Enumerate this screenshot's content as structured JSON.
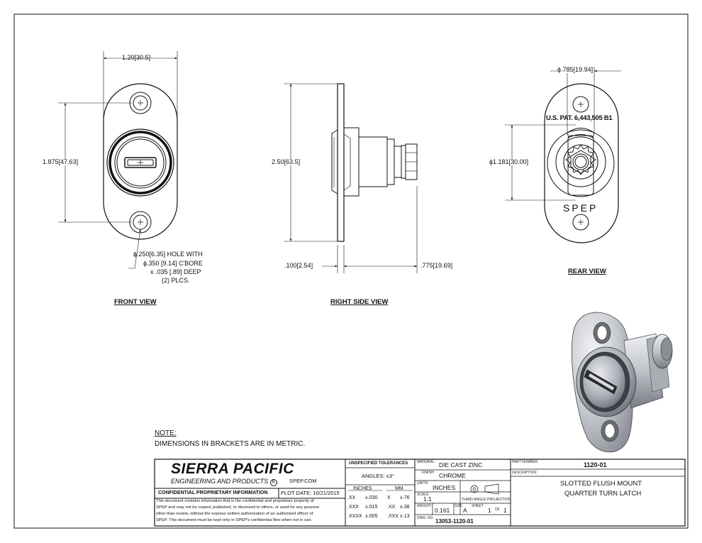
{
  "views": {
    "front": {
      "title": "FRONT VIEW",
      "dim_width": [
        "1.20",
        "30.5"
      ],
      "dim_height": [
        "1.875",
        "47.63"
      ],
      "hole_note": [
        "ϕ.250[6.35] HOLE WITH",
        "ϕ.350 [9.14] C'BORE",
        "x .035 [.89] DEEP",
        "(2) PLCS."
      ]
    },
    "side": {
      "title": "RIGHT SIDE VIEW",
      "dim_height": [
        "2.50",
        "63.5"
      ],
      "dim_flange": [
        ".100",
        "2.54"
      ],
      "dim_depth": [
        ".775",
        "19.69"
      ]
    },
    "rear": {
      "title": "REAR VIEW",
      "dim_dia_small": [
        "ϕ.785",
        "19.94"
      ],
      "dim_dia_large": [
        "ϕ1.181",
        "30.00"
      ],
      "patent": "U.S. PAT. 6,443,505 B1",
      "brand_mark": "SPEP"
    }
  },
  "notes": {
    "heading": "NOTE:",
    "text": "DIMENSIONS IN BRACKETS ARE IN METRIC."
  },
  "title_block": {
    "company": "SIERRA PACIFIC",
    "company_sub": "ENGINEERING AND PRODUCTS",
    "registered": "R",
    "website": "SPEP.COM",
    "confidential_label": "CONFIDENTIAL PROPRIETARY INFORMATION",
    "plot_date": "PLOT DATE: 10/21/2015",
    "confidential_text": [
      "This document contains information that is the confidential and proprietary property of",
      "SPEP and may not be copied, published, or disclosed to others, or used for any purpose",
      "other than review, without the express written authorization of an authorized officer of",
      "SPEP. This document must be kept only in SPEP's confidential files when not in use."
    ],
    "tolerances": {
      "heading": "UNSPECIFIED TOLERANCES",
      "angles": "ANGLES: ±3°",
      "inches_label": "INCHES",
      "mm_label": "MM",
      "rows": [
        [
          ".XX",
          "±.030",
          "X",
          "±.76"
        ],
        [
          ".XXX",
          "±.015",
          ".XX",
          "±.38"
        ],
        [
          ".XXXX",
          "±.005",
          ".XXX",
          "±.13"
        ]
      ]
    },
    "material_label": "MATERIAL:",
    "material": "DIE CAST ZINC",
    "finish_label": "FINISH:",
    "finish": "CHROME",
    "units_label": "UNITS:",
    "units": "INCHES",
    "scale_label": "SCALE:",
    "scale": "1:1",
    "projection": "THIRD ANGLE PROJECTION",
    "weight_label": "WEIGHT:",
    "weight": "0.161",
    "size_label": "SIZE",
    "size": "A",
    "sheet_label": "SHEET",
    "sheet": "1",
    "of_label": "OF",
    "sheet_total": "1",
    "dwg_label": "DWG. NO.",
    "dwg_no": "13053-1120-01",
    "part_label": "PART NUMBER:",
    "part_no": "1120-01",
    "desc_label": "DESCRIPTION:",
    "description": [
      "SLOTTED FLUSH MOUNT",
      "QUARTER TURN LATCH"
    ]
  }
}
